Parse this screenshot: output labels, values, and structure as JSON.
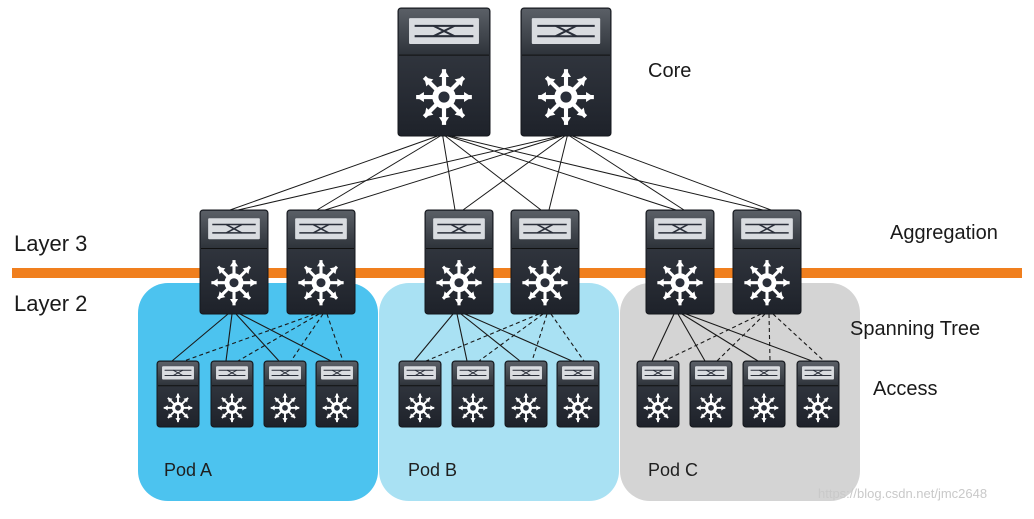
{
  "labels": {
    "core": "Core",
    "aggregation": "Aggregation",
    "spanning_tree": "Spanning Tree",
    "access": "Access",
    "layer3": "Layer 3",
    "layer2": "Layer 2"
  },
  "pods": [
    {
      "name": "Pod A",
      "color": "#4cc3ef"
    },
    {
      "name": "Pod B",
      "color": "#a9e1f3"
    },
    {
      "name": "Pod C",
      "color": "#d4d4d4"
    }
  ],
  "colors": {
    "divider": "#f07f1e",
    "device_body": "#2a2f3a",
    "device_top": "#44494f",
    "links": "#1a1a1a"
  },
  "watermark": "https://blog.csdn.net/jmc2648"
}
